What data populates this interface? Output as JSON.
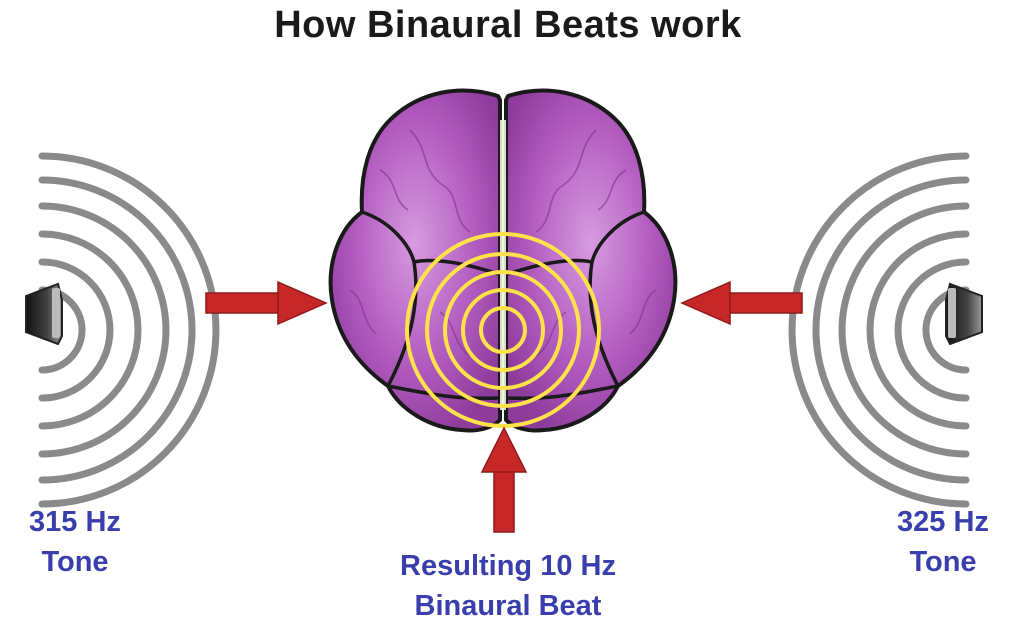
{
  "title": "How Binaural Beats work",
  "left_tone": {
    "line1": "315 Hz",
    "line2": "Tone"
  },
  "right_tone": {
    "line1": "325 Hz",
    "line2": "Tone"
  },
  "beat": {
    "line1": "Resulting 10 Hz",
    "line2": "Binaural Beat"
  },
  "colors": {
    "label_text": "#3a3dac",
    "brain_fill": "#b25bbf",
    "arrow": "#c62828",
    "rings": "#ffe14a",
    "sound_waves": "#8a8a8a"
  },
  "icons": [
    "left-speaker-icon",
    "right-speaker-icon",
    "brain-icon"
  ]
}
